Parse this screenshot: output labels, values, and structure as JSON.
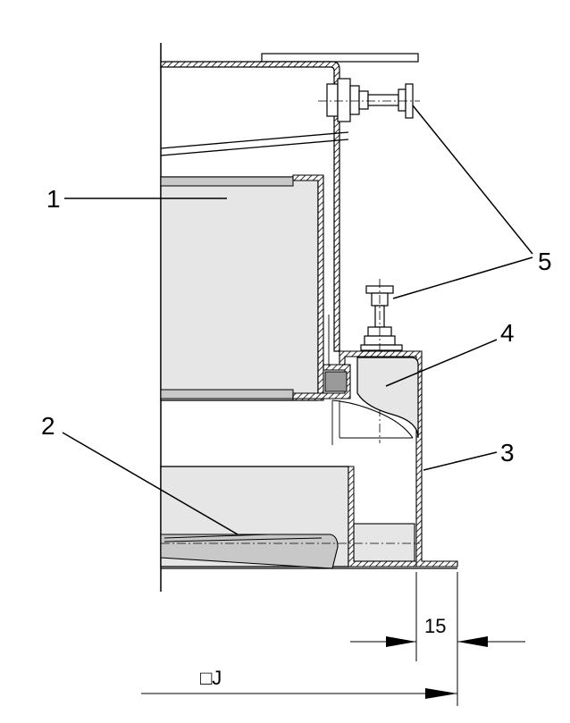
{
  "callouts": {
    "c1": "1",
    "c2": "2",
    "c3": "3",
    "c4": "4",
    "c5": "5"
  },
  "dimensions": {
    "gap": "15",
    "width": "□J"
  },
  "colors": {
    "line": "#000000",
    "fill_light": "#e6e6e6",
    "fill_mid": "#c8c8c8",
    "background": "#ffffff"
  }
}
